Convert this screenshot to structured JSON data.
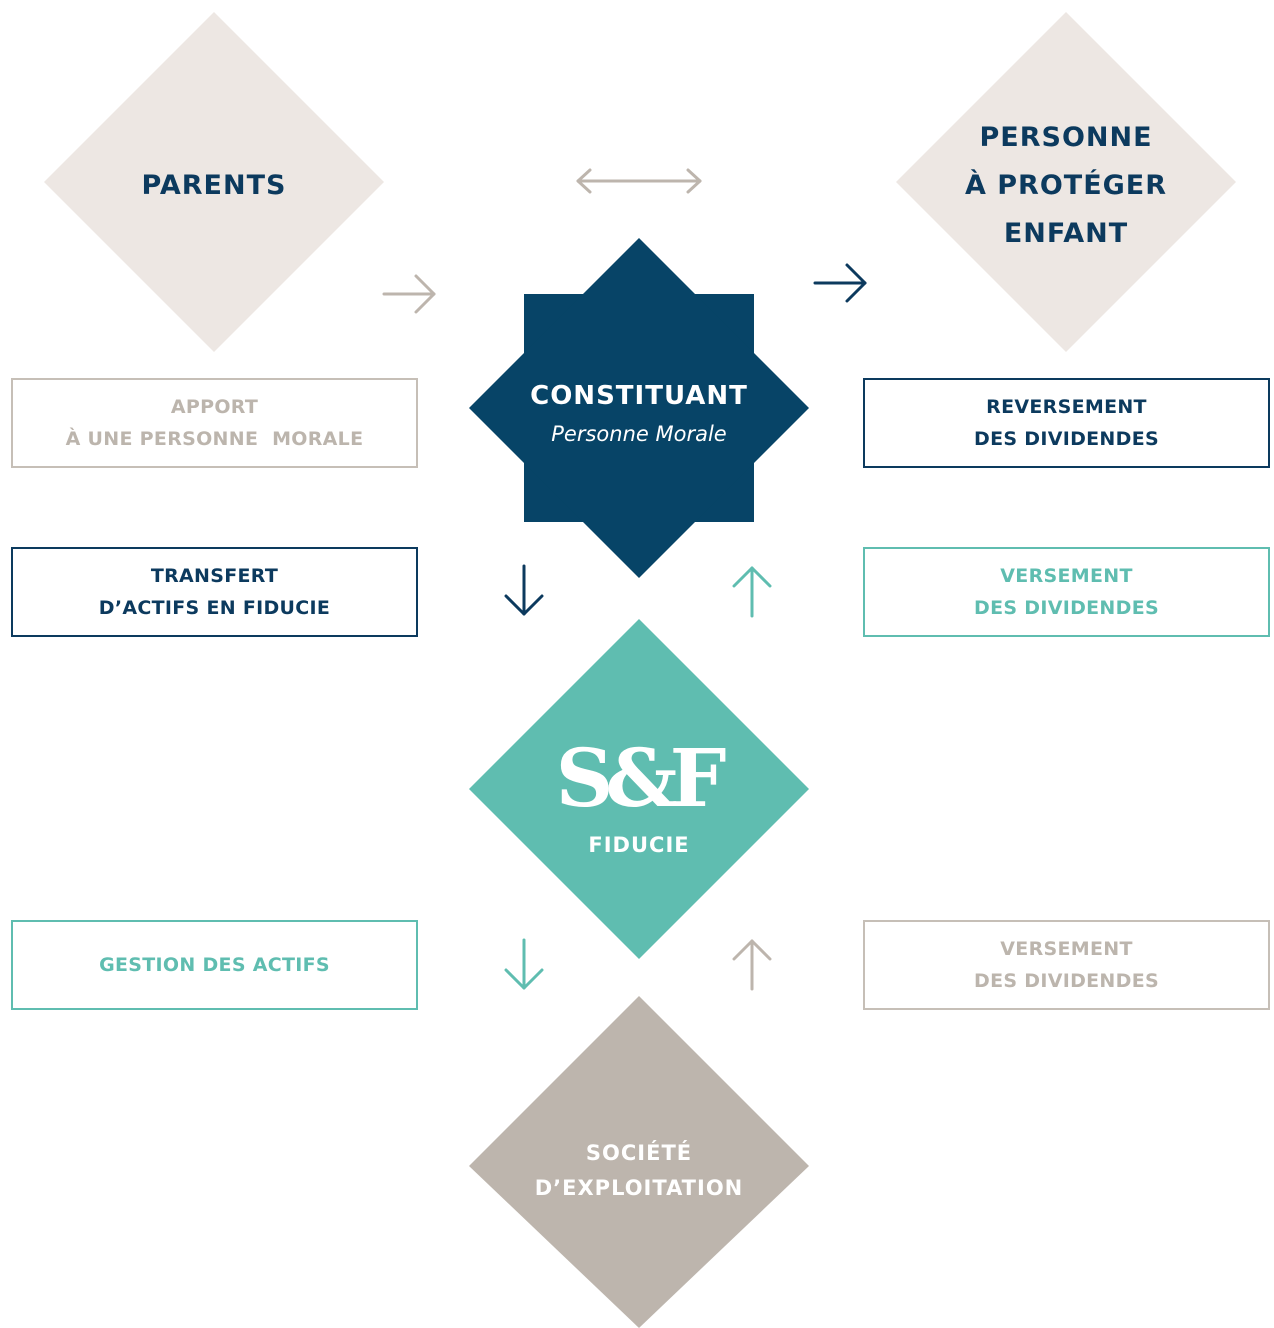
{
  "nodes": {
    "parents": {
      "label": "PARENTS"
    },
    "personne": {
      "lines": [
        "PERSONNE",
        "À PROTÉGER",
        "ENFANT"
      ]
    },
    "constituant": {
      "title": "CONSTITUANT",
      "subtitle": "Personne Morale"
    },
    "fiducie": {
      "logo": "S&F",
      "label": "FIDUCIE"
    },
    "societe": {
      "lines": [
        "SOCIÉTÉ",
        "D’EXPLOITATION"
      ]
    }
  },
  "boxes": {
    "apport": {
      "lines": [
        "APPORT",
        "À UNE PERSONNE  MORALE"
      ]
    },
    "reversement": {
      "lines": [
        "REVERSEMENT",
        "DES DIVIDENDES"
      ]
    },
    "transfert": {
      "lines": [
        "TRANSFERT",
        "D’ACTIFS EN FIDUCIE"
      ]
    },
    "versement_teal": {
      "lines": [
        "VERSEMENT",
        "DES DIVIDENDES"
      ]
    },
    "gestion": {
      "lines": [
        "GESTION DES ACTIFS"
      ]
    },
    "versement_grey": {
      "lines": [
        "VERSEMENT",
        "DES DIVIDENDES"
      ]
    }
  },
  "colors": {
    "navy": "#0c3a5e",
    "diamond_navy": "#074467",
    "beige": "#ede7e3",
    "grey": "#bdb5ad",
    "teal": "#5fbdb0",
    "white": "#ffffff"
  },
  "icons": {
    "double_arrow": "double-arrow-horizontal-icon",
    "arrow_right": "arrow-right-icon",
    "arrow_down": "arrow-down-icon",
    "arrow_up": "arrow-up-icon"
  }
}
